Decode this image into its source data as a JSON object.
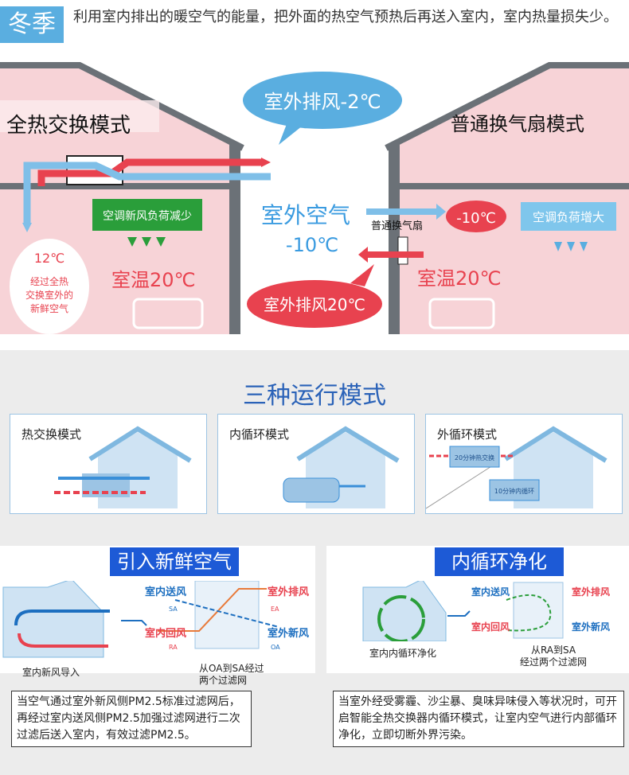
{
  "header": {
    "season": "冬季",
    "intro": "利用室内排出的暖空气的能量，把外面的热空气预热后再送入室内，室内热量损失少。"
  },
  "winter": {
    "left_mode": "全热交换模式",
    "right_mode": "普通换气扇模式",
    "bubble_top": "室外排风-2℃",
    "bubble_bottom": "室外排风20℃",
    "outdoor_air": "室外空气",
    "outdoor_temp": "-10℃",
    "fan_label": "普通换气扇",
    "right_temp_badge": "-10℃",
    "left_load": "空调新风负荷减少",
    "right_load": "空调负荷增大",
    "left_room": "室温20℃",
    "right_room": "室温20℃",
    "fresh_temp": "12℃",
    "fresh_desc": [
      "经过全热",
      "交换室外的",
      "新鲜空气"
    ]
  },
  "modes": {
    "title": "三种运行模式",
    "cards": [
      {
        "label": "热交换模式"
      },
      {
        "label": "内循环模式",
        "unit_text": ""
      },
      {
        "label": "外循环模式",
        "unit_top": "20分钟热交换",
        "unit_bottom": "10分钟内循环"
      }
    ]
  },
  "panels": [
    {
      "title": "引入新鲜空气",
      "house_caption": "室内新风导入",
      "sa": "室内送风",
      "ra": "室内回风",
      "ea": "室外排风",
      "oa": "室外新风",
      "unit_caption": [
        "从OA到SA经过",
        "两个过滤网"
      ],
      "note": "当空气通过室外新风侧PM2.5标准过滤网后，再经过室内送风侧PM2.5加强过滤网进行二次过滤后送入室内，有效过滤PM2.5。"
    },
    {
      "title": "内循环净化",
      "house_caption": "室内内循环净化",
      "sa": "室内送风",
      "ra": "室内回风",
      "ea": "室外排风",
      "oa": "室外新风",
      "unit_caption": [
        "从RA到SA",
        "经过两个过滤网"
      ],
      "note": "当室外经受雾霾、沙尘暴、臭味异味侵入等状况时，可开启智能全热交换器内循环模式，让室内空气进行内部循环净化，立即切断外界污染。"
    }
  ],
  "port_codes": {
    "sa": "SA",
    "ra": "RA",
    "ea": "EA",
    "oa": "OA"
  },
  "colors": {
    "blue": "#4aa8e0",
    "red": "#e8424f",
    "pink": "#f7d3d7",
    "green": "#2a9e3a",
    "title_blue": "#1d5ad6"
  }
}
